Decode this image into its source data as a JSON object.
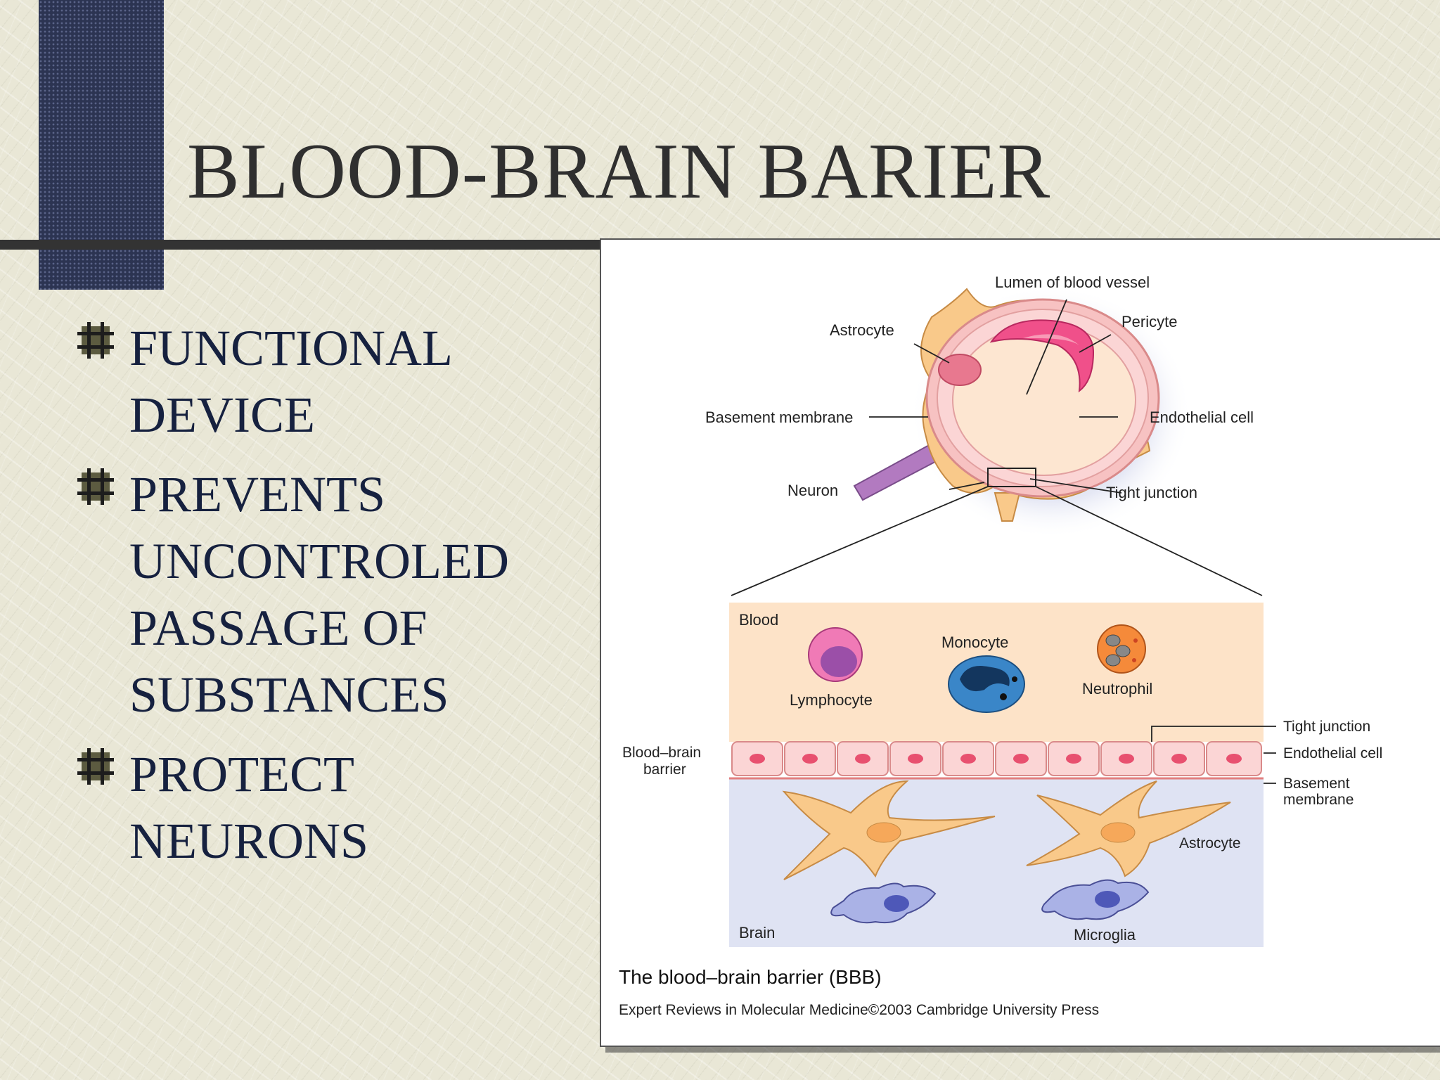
{
  "slide": {
    "title": "BLOOD-BRAIN BARIER",
    "bullets": [
      {
        "text": "FUNCTIONAL\nDEVICE"
      },
      {
        "text": "PREVENTS\nUNCONTROLED\nPASSAGE OF\nSUBSTANCES"
      },
      {
        "text": "PROTECT\nNEURONS"
      }
    ],
    "bullet_icon": "hash-bullet-icon"
  },
  "figure": {
    "top_labels": {
      "lumen": "Lumen of blood vessel",
      "astrocyte": "Astrocyte",
      "pericyte": "Pericyte",
      "basement_membrane": "Basement membrane",
      "endothelial_cell": "Endothelial cell",
      "neuron": "Neuron",
      "tight_junction": "Tight junction"
    },
    "bottom_labels": {
      "blood": "Blood",
      "lymphocyte": "Lymphocyte",
      "monocyte": "Monocyte",
      "neutrophil": "Neutrophil",
      "bbb_line1": "Blood–brain",
      "bbb_line2": "barrier",
      "tight_junction": "Tight junction",
      "endothelial_cell": "Endothelial cell",
      "basement_line1": "Basement",
      "basement_line2": "membrane",
      "astrocyte": "Astrocyte",
      "brain": "Brain",
      "microglia": "Microglia"
    },
    "caption": "The blood–brain barrier (BBB)",
    "credit": "Expert Reviews in Molecular Medicine©2003 Cambridge University Press"
  },
  "colors": {
    "title": "#2f2f2f",
    "bullet_text": "#16213f",
    "blood_region": "#fde3c8",
    "brain_region": "#dfe3f3",
    "astrocyte": "#f9c98a",
    "endothelial": "#fbd5d5",
    "pericyte": "#f0508a",
    "neuron": "#b27ac0"
  }
}
